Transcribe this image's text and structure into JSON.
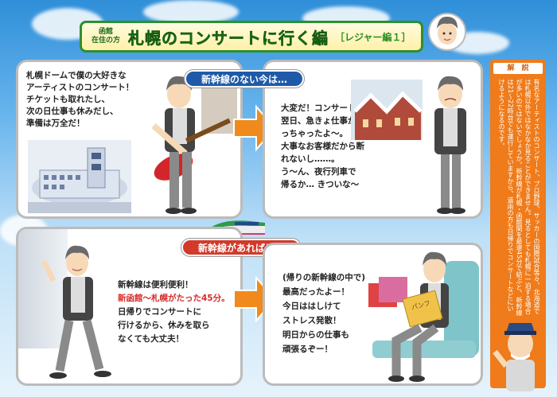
{
  "title": {
    "location_line1": "函館",
    "location_line2": "在住の方",
    "main": "札幌のコンサートに行く編",
    "sub": "［レジャー編１］"
  },
  "panel1": {
    "lines": [
      "札幌ドームで僕の大好きな",
      "アーティストのコンサート！",
      "チケットも取れたし、",
      "次の日仕事も休みだし、",
      "準備は万全だ！"
    ]
  },
  "panel2": {
    "header": "新幹線のない今は…",
    "lines": [
      "大変だ！コンサートの",
      "翌日、急きょ仕事が入",
      "っちゃったよ～。",
      "大事なお客様だから断",
      "れないし……。",
      "う～ん、夜行列車で",
      "帰るか… きついな～"
    ]
  },
  "panel3": {
    "header": "新幹線があれば！…",
    "line1": "新幹線は便利便利！",
    "line2": "新函館～札幌がたった45分。",
    "line3": "日帰りでコンサートに",
    "line4": "行けるから、休みを取ら",
    "line5": "なくても大丈夫！"
  },
  "panel4": {
    "lines": [
      "(帰りの新幹線の中で)",
      "最高だったよー！",
      "今日ははしけて",
      "ストレス発散！",
      "明日からの仕事も",
      "頑張るぞー！"
    ],
    "book_label": "パンフ"
  },
  "sidebar": {
    "header": "解　説",
    "body": "有名なアーティストのコンサート、プロ野球、サッカーの国際試合等々、北海道では札幌以外ではなかなか見ることができません。見るとしても札幌に一泊する場合が多いのではないでしょうか。新幹線が札幌・函館間を最速45分で結ぶと、新幹線は21～22時台でも運行していますから、道南の方も日帰りでコンサートなどにいけるようになるのです。"
  },
  "colors": {
    "title_green": "#2a8f1f",
    "pill_blue": "#1e5aa8",
    "pill_red": "#d23a2a",
    "arrow_orange": "#f08a1c",
    "sidebar_orange": "#ef7b1a",
    "accent_red": "#d52a2a"
  }
}
